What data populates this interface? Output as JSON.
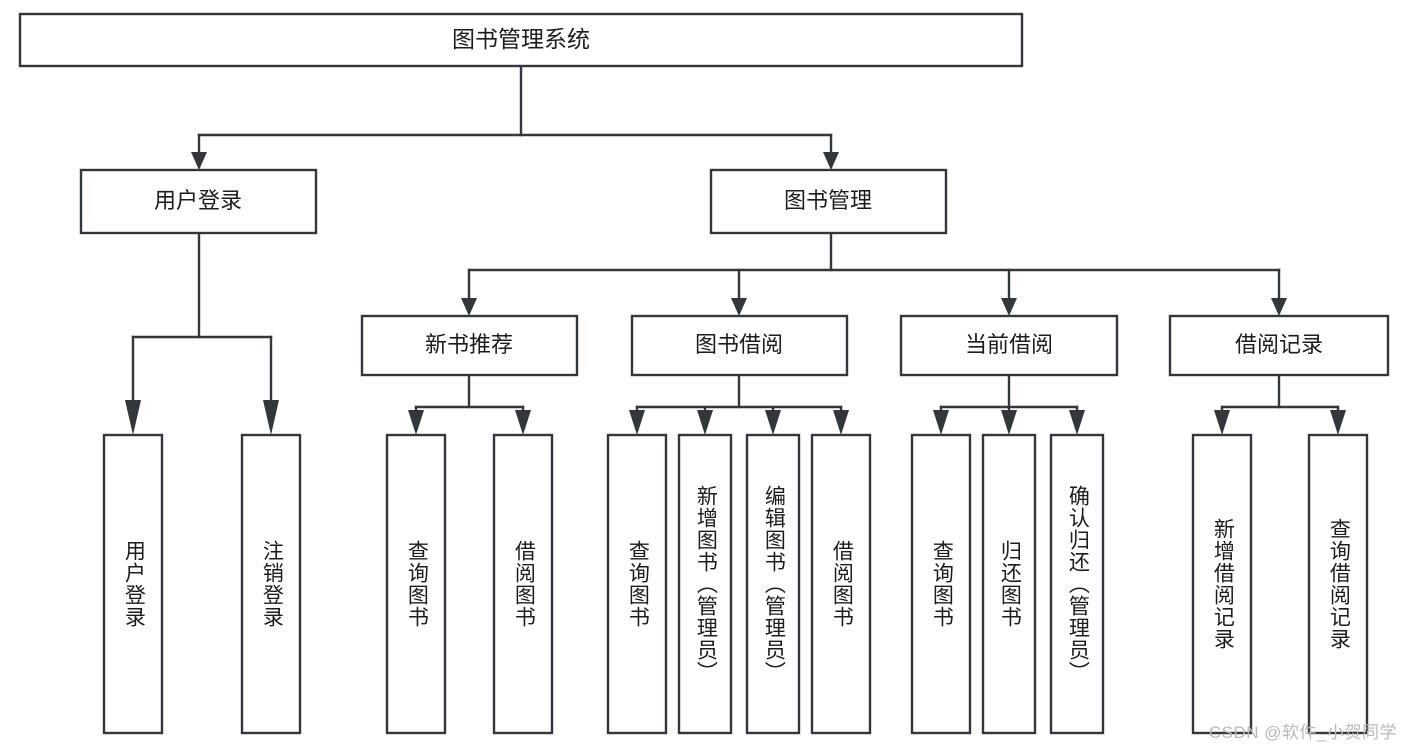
{
  "diagram": {
    "title": "图书管理系统",
    "type": "hierarchy-tree",
    "root": {
      "id": "root",
      "label": "图书管理系统",
      "level": 1
    },
    "level2": [
      {
        "id": "user-login",
        "label": "用户登录",
        "level": 2
      },
      {
        "id": "book-manage",
        "label": "图书管理",
        "level": 2
      }
    ],
    "level3": [
      {
        "id": "new-book-rec",
        "label": "新书推荐",
        "level": 3,
        "parent": "book-manage"
      },
      {
        "id": "book-borrow",
        "label": "图书借阅",
        "level": 3,
        "parent": "book-manage"
      },
      {
        "id": "current-borrow",
        "label": "当前借阅",
        "level": 3,
        "parent": "book-manage"
      },
      {
        "id": "borrow-record",
        "label": "借阅记录",
        "level": 3,
        "parent": "book-manage"
      }
    ],
    "leaves": [
      {
        "id": "leaf-user-login",
        "label": "用户登录",
        "parent": "user-login"
      },
      {
        "id": "leaf-user-logout",
        "label": "注销登录",
        "parent": "user-login"
      },
      {
        "id": "leaf-rec-query-book",
        "label": "查询图书",
        "parent": "new-book-rec"
      },
      {
        "id": "leaf-rec-borrow-book",
        "label": "借阅图书",
        "parent": "new-book-rec"
      },
      {
        "id": "leaf-bb-query-book",
        "label": "查询图书",
        "parent": "book-borrow"
      },
      {
        "id": "leaf-bb-add-book",
        "label": "新增图书（管理员）",
        "parent": "book-borrow"
      },
      {
        "id": "leaf-bb-edit-book",
        "label": "编辑图书（管理员）",
        "parent": "book-borrow"
      },
      {
        "id": "leaf-bb-borrow-book",
        "label": "借阅图书",
        "parent": "book-borrow"
      },
      {
        "id": "leaf-cb-query-book",
        "label": "查询图书",
        "parent": "current-borrow"
      },
      {
        "id": "leaf-cb-return-book",
        "label": "归还图书",
        "parent": "current-borrow"
      },
      {
        "id": "leaf-cb-confirm-return",
        "label": "确认归还（管理员）",
        "parent": "current-borrow"
      },
      {
        "id": "leaf-br-add-record",
        "label": "新增借阅记录",
        "parent": "borrow-record"
      },
      {
        "id": "leaf-br-query-record",
        "label": "查询借阅记录",
        "parent": "borrow-record"
      }
    ]
  },
  "watermark": {
    "text": "CSDN @软件_小贺同学"
  },
  "colors": {
    "stroke": "#33363b",
    "fill": "#ffffff",
    "text": "#1c1c1c",
    "watermark": "#b9b9b9"
  }
}
